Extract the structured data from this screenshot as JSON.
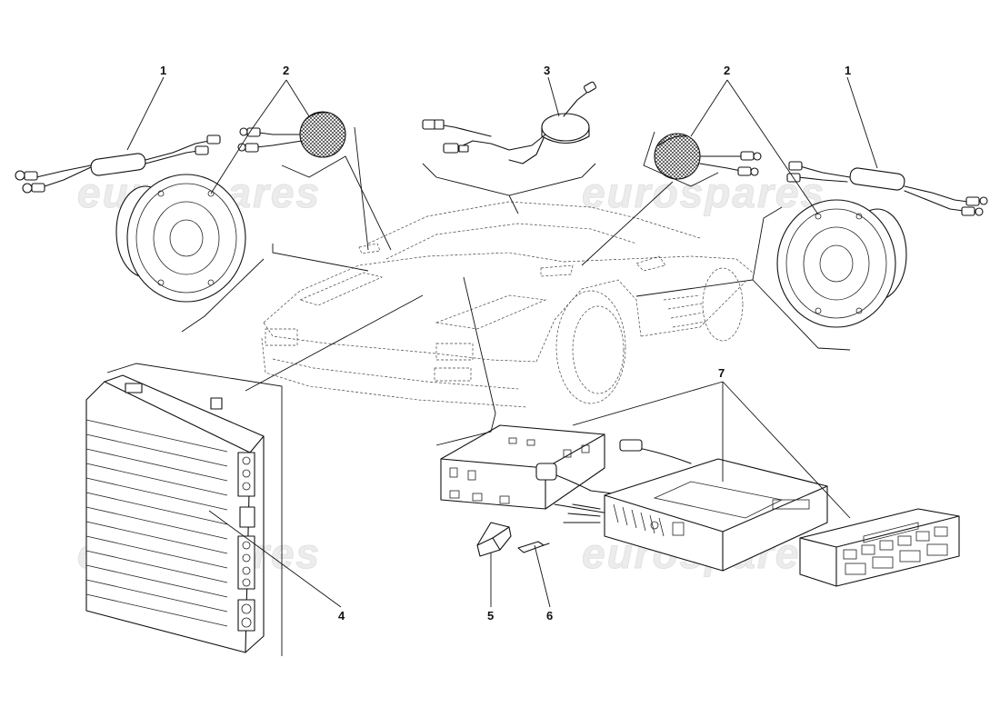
{
  "watermark": "eurospares",
  "callouts": [
    {
      "id": "tweeter-crossover-left",
      "label": "1"
    },
    {
      "id": "speakers-left",
      "label": "2"
    },
    {
      "id": "antenna-amplifier",
      "label": "3"
    },
    {
      "id": "speakers-right",
      "label": "2"
    },
    {
      "id": "tweeter-crossover-right",
      "label": "1"
    },
    {
      "id": "power-amplifier",
      "label": "4"
    },
    {
      "id": "connector-block",
      "label": "5"
    },
    {
      "id": "connector-pin",
      "label": "6"
    },
    {
      "id": "radio-cassette-unit",
      "label": "7"
    }
  ]
}
